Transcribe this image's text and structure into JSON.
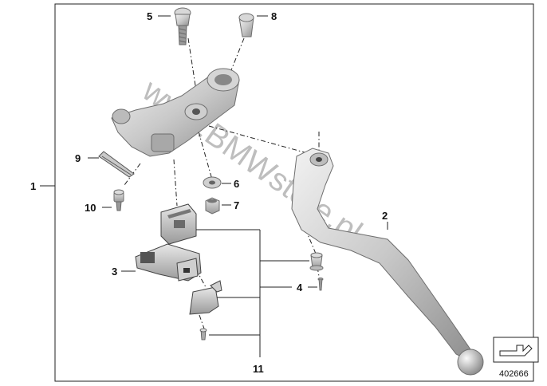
{
  "callouts": {
    "c1": "1",
    "c2": "2",
    "c3": "3",
    "c4": "4",
    "c5": "5",
    "c6": "6",
    "c7": "7",
    "c8": "8",
    "c9": "9",
    "c10": "10",
    "c11": "11"
  },
  "watermark": "www.BMWstore.pl",
  "reference_number": "402666",
  "colors": {
    "metal_light": "#e2e2e2",
    "metal_mid": "#bdbdbd",
    "metal_dark": "#8c8c8c",
    "line": "#222222",
    "watermark": "#8a8a8a"
  },
  "icons": {
    "nav_arrow": "direction-arrow-icon"
  }
}
